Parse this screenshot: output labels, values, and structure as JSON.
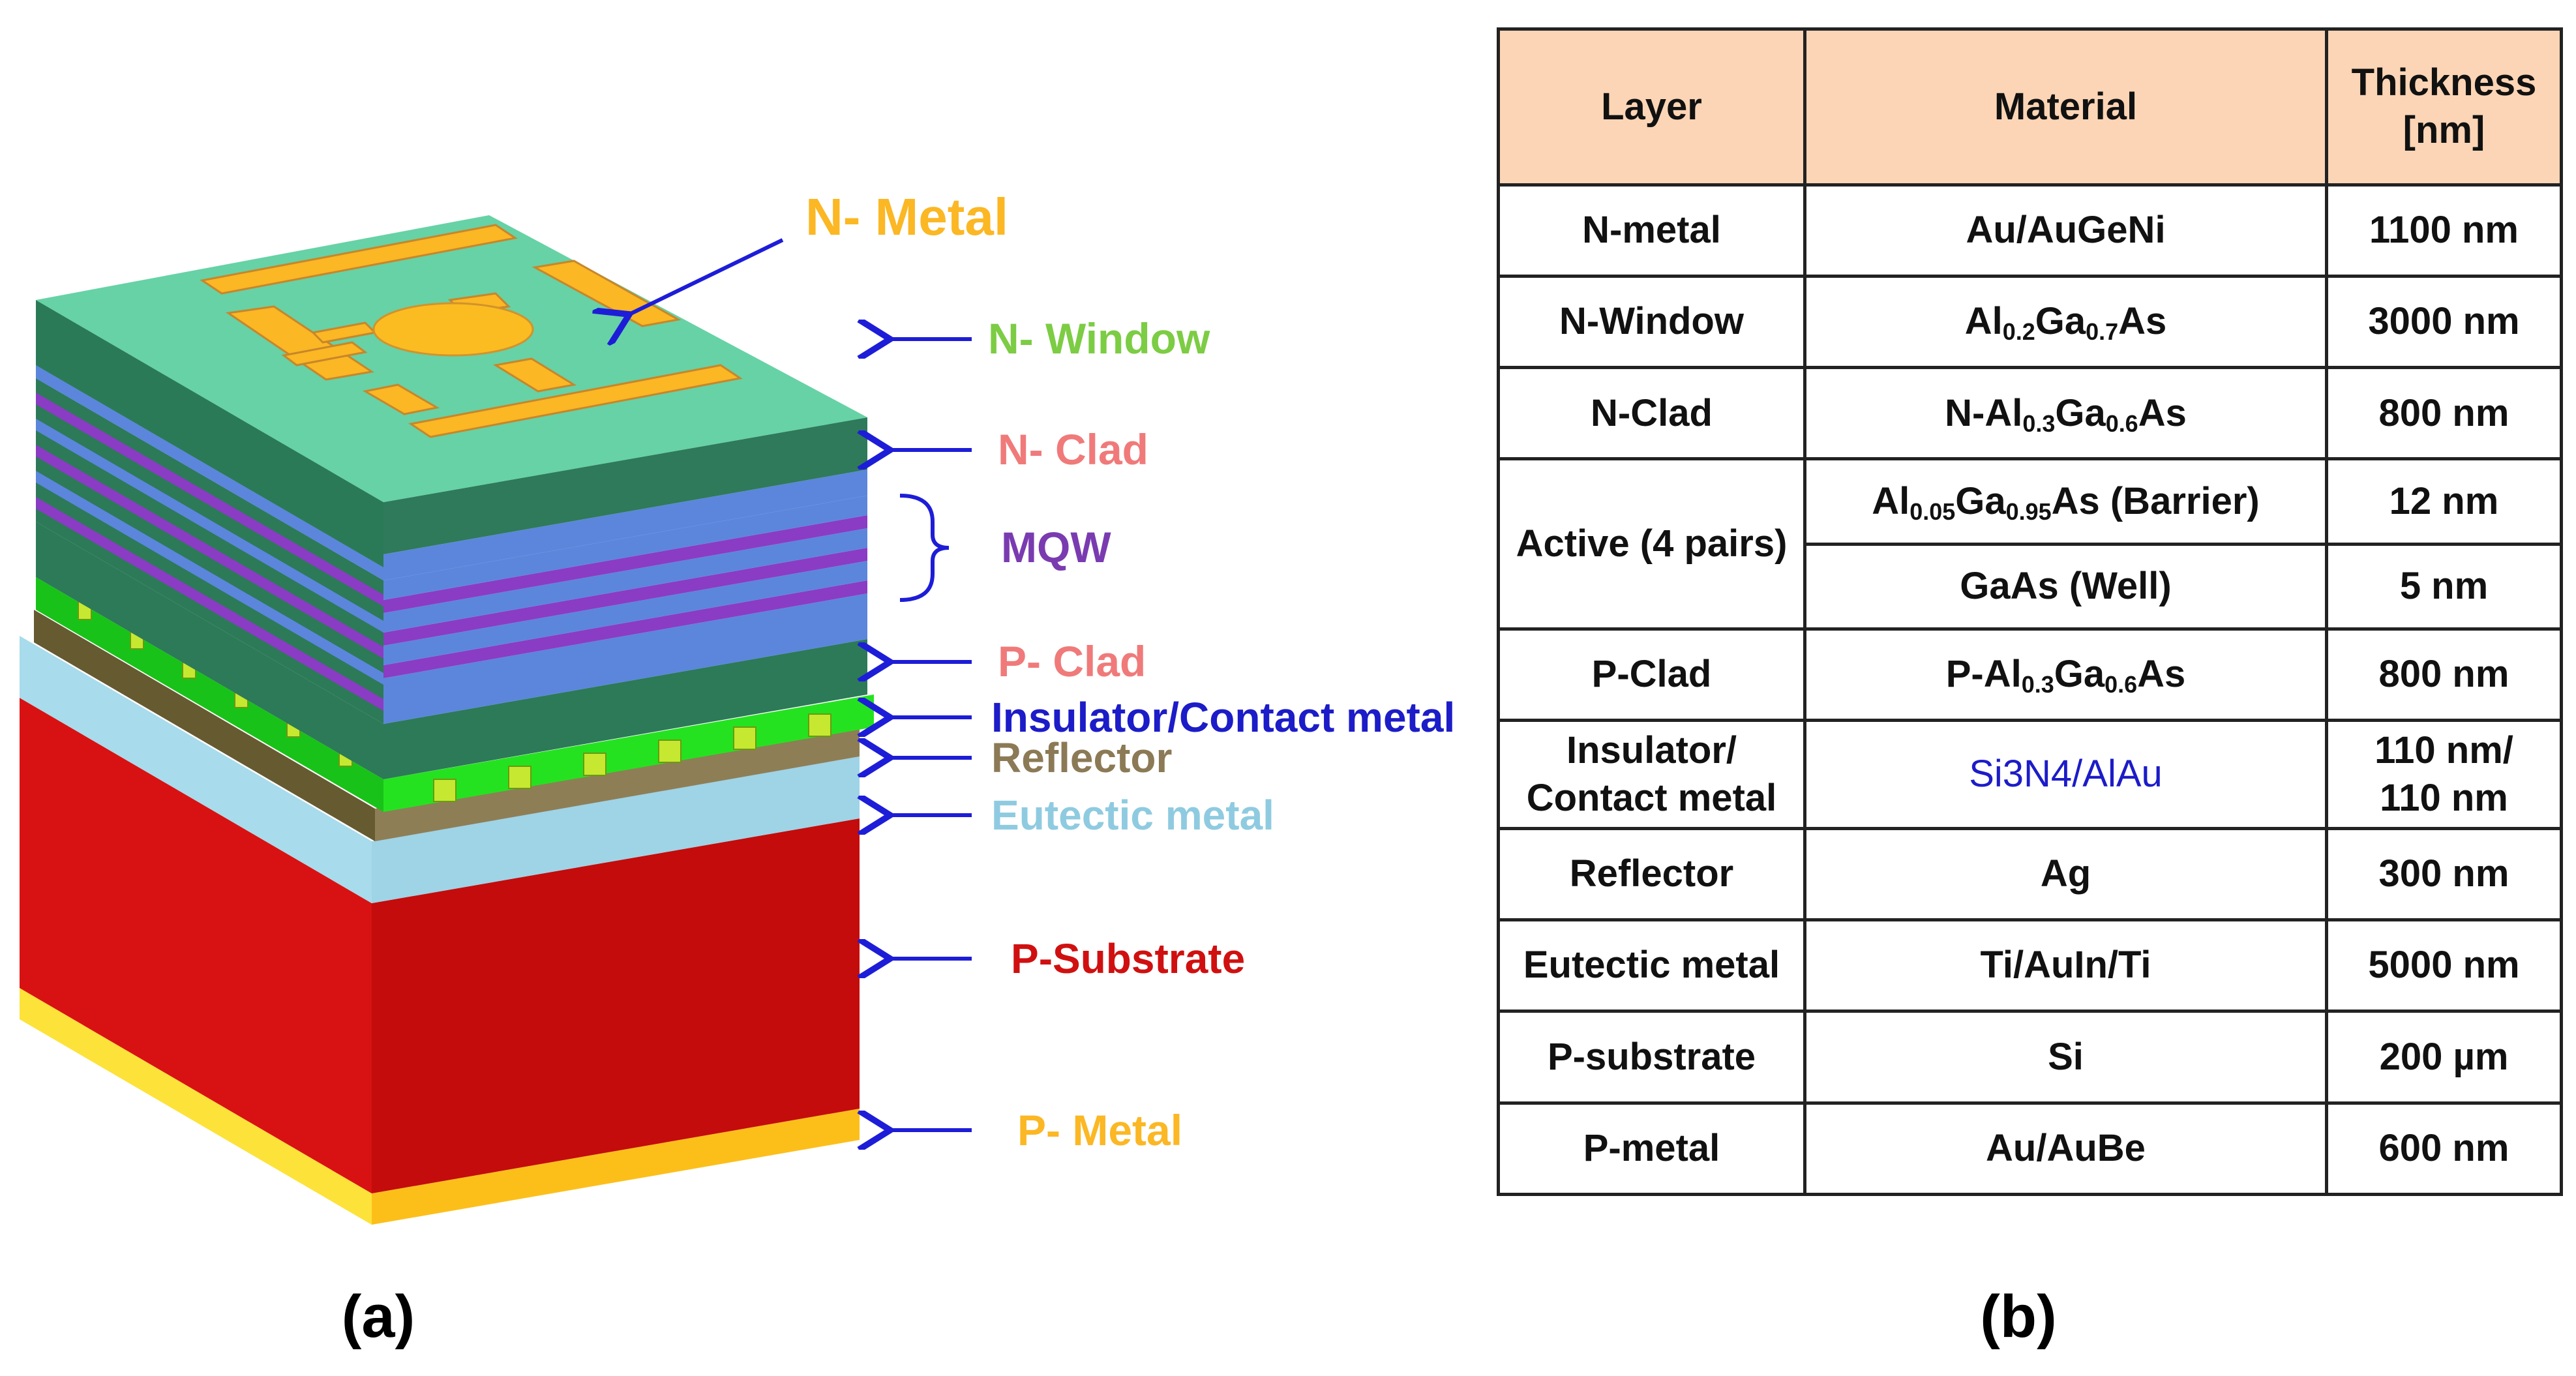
{
  "diagram": {
    "callouts": {
      "n_metal": "N- Metal",
      "n_window": "N- Window",
      "n_clad": "N- Clad",
      "mqw": "MQW",
      "p_clad": "P- Clad",
      "insulator": "Insulator/Contact metal",
      "reflector": "Reflector",
      "eutectic": "Eutectic metal",
      "p_substrate": "P-Substrate",
      "p_metal": "P- Metal"
    },
    "label_a": "(a)",
    "label_b": "(b)"
  },
  "table": {
    "headers": {
      "layer": "Layer",
      "material": "Material",
      "thickness_l1": "Thickness",
      "thickness_l2": "[nm]"
    },
    "rows": {
      "n_metal": {
        "layer": "N-metal",
        "material": "Au/AuGeNi",
        "thickness": "1100 nm"
      },
      "n_window": {
        "layer": "N-Window",
        "material": {
          "a": "Al",
          "a_sub": "0.2",
          "b": "Ga",
          "b_sub": "0.7",
          "c": "As"
        },
        "thickness": "3000 nm"
      },
      "n_clad": {
        "layer": "N-Clad",
        "material": {
          "a": "N-Al",
          "a_sub": "0.3",
          "b": "Ga",
          "b_sub": "0.6",
          "c": "As"
        },
        "thickness": "800 nm"
      },
      "active": {
        "layer": "Active (4 pairs)",
        "barrier": {
          "a": "Al",
          "a_sub": "0.05",
          "b": "Ga",
          "b_sub": "0.95",
          "c": "As (Barrier)",
          "thickness": "12 nm"
        },
        "well": {
          "material": "GaAs (Well)",
          "thickness": "5 nm"
        }
      },
      "p_clad": {
        "layer": "P-Clad",
        "material": {
          "a": "P-Al",
          "a_sub": "0.3",
          "b": "Ga",
          "b_sub": "0.6",
          "c": "As"
        },
        "thickness": "800 nm"
      },
      "insulator": {
        "layer_l1": "Insulator/",
        "layer_l2": "Contact metal",
        "material": "Si3N4/AlAu",
        "thickness_l1": "110 nm/",
        "thickness_l2": "110 nm"
      },
      "reflector": {
        "layer": "Reflector",
        "material": "Ag",
        "thickness": "300 nm"
      },
      "eutectic": {
        "layer": "Eutectic metal",
        "material": "Ti/AuIn/Ti",
        "thickness": "5000 nm"
      },
      "p_substrate": {
        "layer": "P-substrate",
        "material": "Si",
        "thickness": "200 µm"
      },
      "p_metal": {
        "layer": "P-metal",
        "material": "Au/AuBe",
        "thickness": "600 nm"
      }
    }
  },
  "colors": {
    "window_top": "#66d2a6",
    "window_side": "#2e7a5a",
    "n_metal": "#fbb724",
    "clad_blue": "#5b86dc",
    "mqw_purple": "#8a3cc4",
    "contact_green": "#22e01e",
    "reflector": "#8b7a55",
    "eutectic": "#a6d8ea",
    "substrate": "#cc0e0e",
    "p_metal": "#fdd100",
    "arrow": "#1d1dd8",
    "table_header": "#fbd5b5"
  }
}
